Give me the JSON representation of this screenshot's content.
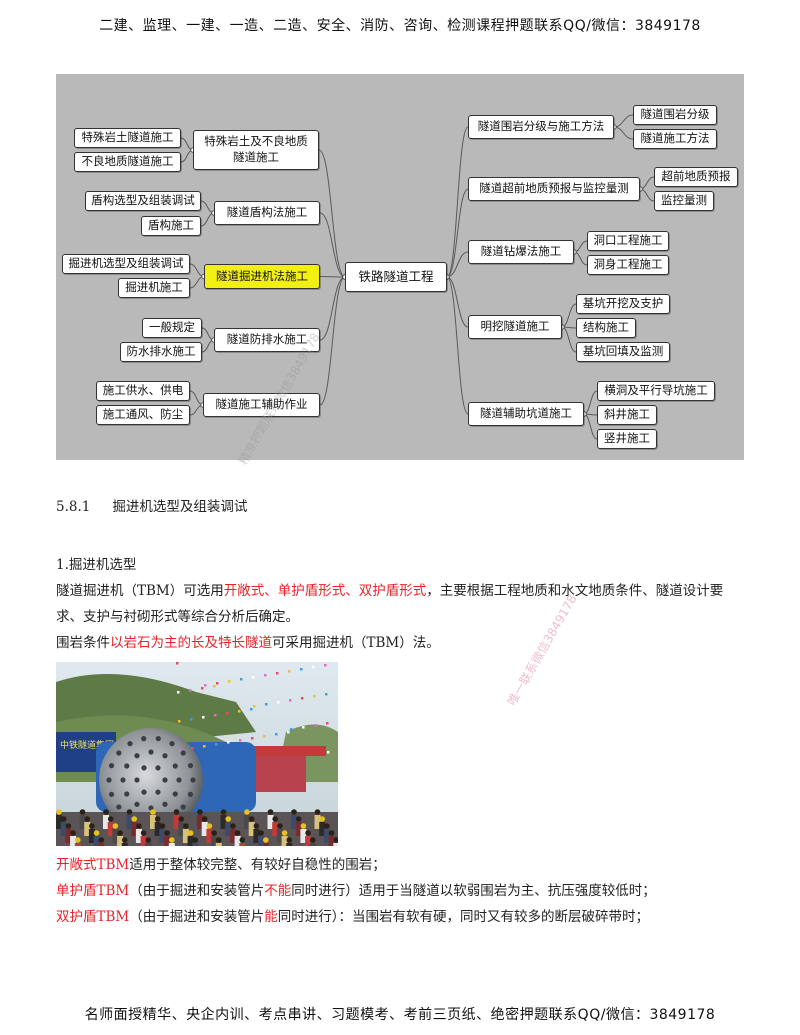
{
  "header": {
    "text": "二建、监理、一建、一造、二造、安全、消防、咨询、检测课程押题联系QQ/微信：3849178"
  },
  "footer": {
    "text": "名师面授精华、央企内训、考点串讲、习题模考、考前三页纸、绝密押题联系QQ/微信：3849178"
  },
  "mindmap": {
    "root": "铁路隧道工程",
    "left": [
      {
        "label": "特殊岩土及不良地质\n隧道施工",
        "children": [
          "特殊岩土隧道施工",
          "不良地质隧道施工"
        ]
      },
      {
        "label": "隧道盾构法施工",
        "children": [
          "盾构选型及组装调试",
          "盾构施工"
        ]
      },
      {
        "label": "隧道掘进机法施工",
        "highlight": true,
        "children": [
          "掘进机选型及组装调试",
          "掘进机施工"
        ]
      },
      {
        "label": "隧道防排水施工",
        "children": [
          "一般规定",
          "防水排水施工"
        ]
      },
      {
        "label": "隧道施工辅助作业",
        "children": [
          "施工供水、供电",
          "施工通风、防尘"
        ]
      }
    ],
    "right": [
      {
        "label": "隧道围岩分级与施工方法",
        "children": [
          "隧道围岩分级",
          "隧道施工方法"
        ]
      },
      {
        "label": "隧道超前地质预报与监控量测",
        "children": [
          "超前地质预报",
          "监控量测"
        ]
      },
      {
        "label": "隧道钻爆法施工",
        "children": [
          "洞口工程施工",
          "洞身工程施工"
        ]
      },
      {
        "label": "明挖隧道施工",
        "children": [
          "基坑开挖及支护",
          "结构施工",
          "基坑回填及监测"
        ]
      },
      {
        "label": "隧道辅助坑道施工",
        "children": [
          "横洞及平行导坑施工",
          "斜井施工",
          "竖井施工"
        ]
      }
    ]
  },
  "watermarks": {
    "mindmap": "精准押题联系微信3849178",
    "page": "唯一联系微信3849178"
  },
  "section": {
    "number": "5.8.1",
    "title": "掘进机选型及组装调试"
  },
  "body": {
    "subheading": "1.掘进机选型",
    "p1": {
      "a": "隧道掘进机（TBM）可选用",
      "b": "开敞式、单护盾形式、双护盾形式",
      "c": "，主要根据工程地质和水文地质条件、隧道设计要",
      "d": "求、支护与衬砌形式等综合分析后确定。"
    },
    "p2": {
      "a": "围岩条件",
      "b": "以岩石为主的长及特长隧道",
      "c": "可采用掘进机（TBM）法。"
    },
    "l1": {
      "a": "开敞式TBM",
      "b": "适用于整体较完整、有较好自稳性的围岩；"
    },
    "l2": {
      "a": "单护盾TBM",
      "b": "（由于掘进和安装管片",
      "c": "不能",
      "d": "同时进行）适用于当隧道以软弱围岩为主、抗压强度较低时；"
    },
    "l3": {
      "a": "双护盾TBM",
      "b": "（由于掘进和安装管片",
      "c": "能",
      "d": "同时进行）：当围岩有软有硬，同时又有较多的断层破碎带时；"
    }
  },
  "photo": {
    "banner": "中铁隧道集团"
  },
  "colors": {
    "red": "#e8242a",
    "mindmap_bg": "#b9b9b9",
    "highlight": "#f2ef12"
  }
}
